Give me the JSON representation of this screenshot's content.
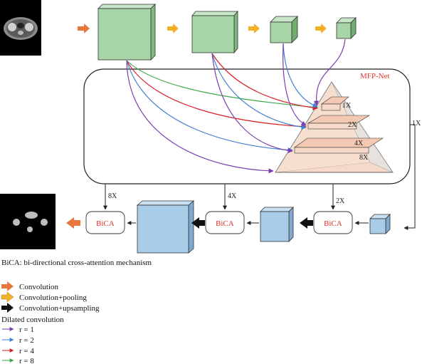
{
  "diagram": {
    "network_label": "MFP-Net",
    "pyramid_levels": [
      "1X",
      "2X",
      "4X",
      "8X"
    ],
    "decoder_scales": [
      "8X",
      "4X",
      "2X"
    ],
    "side_scale": "1X",
    "bica_label": "BiCA",
    "bica_definition": "BiCA: bi-directional cross-attention mechanism",
    "legend": {
      "convolution": "Convolution",
      "conv_pooling": "Convolution+pooling",
      "conv_upsampling": "Convolution+upsampling",
      "dilated_title": "Dilated convolution",
      "r1": "r = 1",
      "r2": "r = 2",
      "r4": "r = 4",
      "r8": "r = 8"
    },
    "colors": {
      "encoder_cube": "#a8d5a8",
      "decoder_cube": "#a9cce8",
      "pyramid": "#f6d9c8",
      "convolution_arrow": "#e8763a",
      "pooling_arrow": "#f2b12a",
      "upsampling_arrow": "#111111",
      "r1": "#7b3fb0",
      "r2": "#3f7fd0",
      "r4": "#d81f26",
      "r8": "#3fa84a"
    }
  }
}
